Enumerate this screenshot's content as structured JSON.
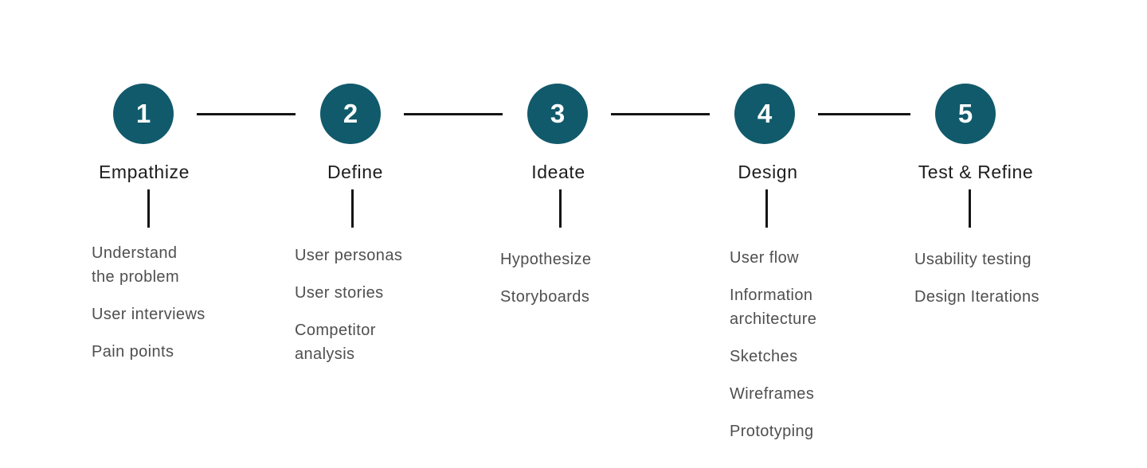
{
  "diagram_name": "design-process-timeline",
  "colors": {
    "circle_fill": "#115A6B",
    "number_text": "#FFFFFF",
    "stage_label": "#1D1D1D",
    "item_text": "#4F4F4F",
    "line": "#141414"
  },
  "stages": [
    {
      "number": "1",
      "label": "Empathize",
      "items": [
        "Understand\nthe problem",
        "User interviews",
        "Pain points"
      ]
    },
    {
      "number": "2",
      "label": "Define",
      "items": [
        "User personas",
        "User stories",
        "Competitor\nanalysis"
      ]
    },
    {
      "number": "3",
      "label": "Ideate",
      "items": [
        "Hypothesize",
        "Storyboards"
      ]
    },
    {
      "number": "4",
      "label": "Design",
      "items": [
        "User flow",
        "Information\narchitecture",
        "Sketches",
        "Wireframes",
        "Prototyping"
      ]
    },
    {
      "number": "5",
      "label": "Test & Refine",
      "items": [
        "Usability testing",
        "Design Iterations"
      ]
    }
  ]
}
